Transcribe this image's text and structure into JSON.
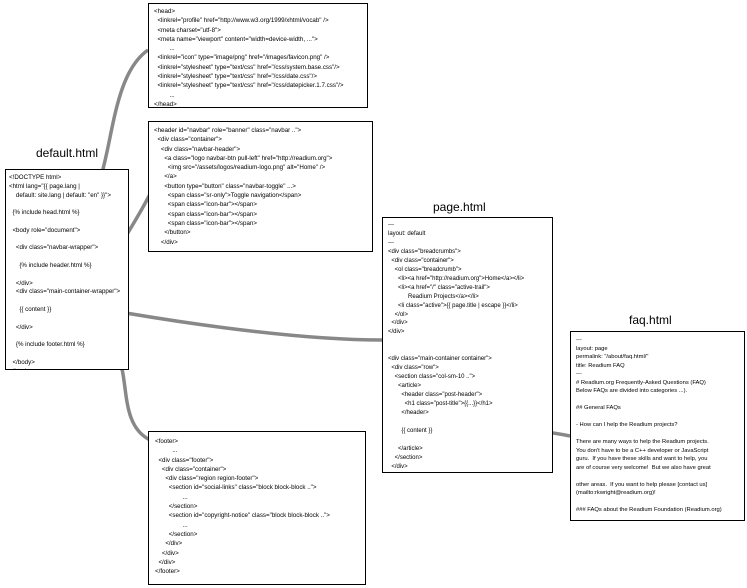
{
  "titles": {
    "default": "default.html",
    "page": "page.html",
    "faq": "faq.html"
  },
  "head_box": "<head>\n  <linkrel=\"profile\" href=\"http://www.w3.org/1999/xhtml/vocab\" />\n  <meta charset=\"utf-8\">\n  <meta name=\"viewport\" content=\"width=device-width, ...\">\n         ...\n  <linkrel=\"icon\" type=\"image/png\" href=\"/images/favicon.png\" />\n  <linkrel=\"stylesheet\" type=\"text/css\" href=\"/css/system.base.css\"/>\n  <linkrel=\"stylesheet\" type=\"text/css\" href=\"/css/date.css\"/>\n  <linkrel=\"stylesheet\" type=\"text/css\" href=\"/css/datepicker.1.7.css\"/>\n         ...\n</head>",
  "header_box": "<header id=\"navbar\" role=\"banner\" class=\"navbar ..\">\n  <div class=\"container\">\n    <div class=\"navbar-header\">\n      <a class=\"logo navbar-btn pull-left\" href=\"http://readium.org\">\n        <img src=\"/assets/logos/readium-logo.png\" alt=\"Home\" />\n      </a>\n      <button type=\"button\" class=\"navbar-toggle\" ...>\n        <span class=\"sr-only\">Toggle navigation</span>\n        <span class=\"icon-bar\"></span>\n        <span class=\"icon-bar\"></span>\n        <span class=\"icon-bar\"></span>\n      </button>\n    </div>",
  "default_box": "<!DOCTYPE html>\n<html lang=\"{{ page.lang |\n    default: site.lang | default: \"en\" }}\">\n\n  {% include head.html %}\n\n  <body role=\"document\">\n\n    <div class=\"navbar-wrapper\">\n\n      {% include header.html %}\n\n    </div>\n    <div class=\"main-container-wrapper\">\n\n      {{ content }}\n\n    </div>\n\n    {% include footer.html %}\n\n  </body>\n</html>",
  "page_box": "---\nlayout: default\n---\n<div class=\"breadcrumbs\">\n  <div class=\"container\">\n    <ol class=\"breadcrumb\">\n      <li><a href=\"http://readium.org\">Home</a></li>\n      <li><a href=\"/\" class=\"active-trail\">\n            Readium Projects</a></li>\n      <li class=\"active\">{{ page.title | escape }}</li>\n    </ol>\n  </div>\n</div>\n\n\n<div class=\"main-container container\">\n  <div class=\"row\">\n    <section class=\"col-sm-10 ..\">\n      <article>\n        <header class=\"post-header\">\n          <h1 class=\"post-title\">{{...}}</h1>\n        </header>\n\n        {{ content }}\n\n      </article>\n    </section>\n  </div>\n</div>",
  "faq_box": "---\nlayout: page\npermalink: \"/about/faq.html/\"\ntitle: Readium FAQ\n---\n# Readium.org Frequently-Asked Questions (FAQ)\nBelow FAQs are divided into categories ...).\n\n## General FAQs\n\n- How can I help the Readium projects?\n\nThere are many ways to help the Readium projects.\nYou don't have to be a C++ developer or JavaScript\nguru.  If you have these skills and want to help, you\nare of course very welcome!  But we also have great\n\nother areas.  If you want to help please [contact us]\n(mailto:rkwright@readium.org)!\n\n### FAQs about the Readium Foundation (Readium.org)",
  "footer_box": "<footer>\n          ...\n  <div class=\"footer\">\n    <div class=\"container\">\n      <div class=\"region region-footer\">\n        <section id=\"social-links\" class=\"block block-block ..\">\n                ...\n        </section>\n        <section id=\"copyright-notice\" class=\"block block-block ..\">\n                ...\n        </section>\n      </div>\n    </div>\n  </div>\n</footer>"
}
